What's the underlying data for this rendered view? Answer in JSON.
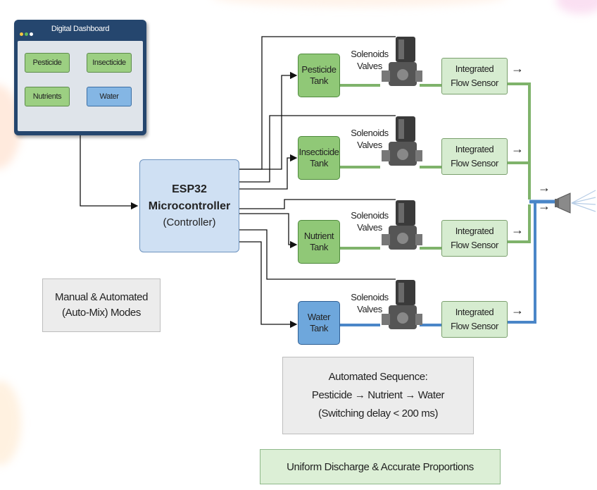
{
  "dashboard": {
    "title": "Digital Dashboard",
    "buttons": [
      "Pesticide",
      "Insecticide",
      "Nutrients",
      "Water"
    ]
  },
  "controller": {
    "line1": "ESP32",
    "line2": "Microcontroller",
    "line3": "(Controller)"
  },
  "tanks": [
    {
      "line1": "Pesticide",
      "line2": "Tank"
    },
    {
      "line1": "Insecticide",
      "line2": "Tank"
    },
    {
      "line1": "Nutrient",
      "line2": "Tank"
    },
    {
      "line1": "Water",
      "line2": "Tank"
    }
  ],
  "valve_label": {
    "line1": "Solenoids",
    "line2": "Valves"
  },
  "flow_sensor": {
    "line1": "Integrated",
    "line2": "Flow Sensor"
  },
  "arrow_glyph": "→",
  "modes": {
    "line1": "Manual & Automated",
    "line2": "(Auto-Mix) Modes"
  },
  "sequence": {
    "line1": "Automated Sequence:",
    "line2": "Pesticide → Nutrient → Water",
    "line3": "(Switching delay < 200 ms)"
  },
  "result": "Uniform Discharge & Accurate Proportions",
  "colors": {
    "green_fill": "#90c877",
    "blue_fill": "#6ea7dc",
    "controller_fill": "#cfe0f3",
    "dashboard_frame": "#25466e",
    "green_pipe": "#7fb36b",
    "blue_pipe": "#4a86c8"
  }
}
